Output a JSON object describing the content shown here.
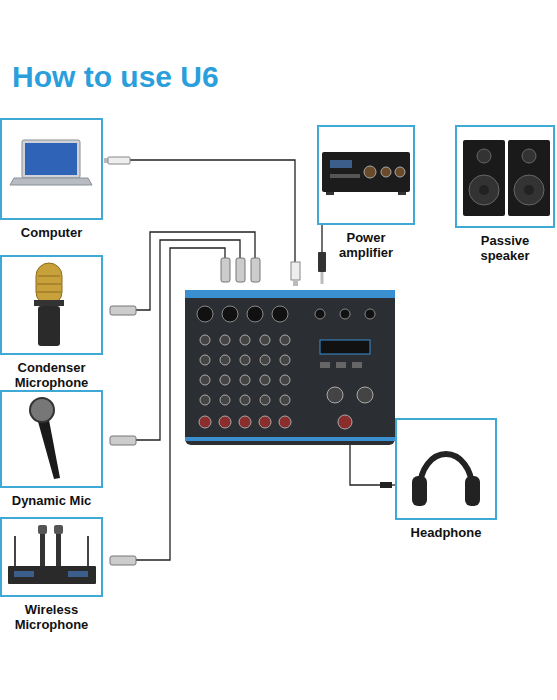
{
  "diagram": {
    "title": "How to use U6",
    "nodes": [
      {
        "text": [
          "Computer"
        ]
      },
      {
        "text": [
          "Power amplifier"
        ]
      },
      {
        "text": [
          "Passive speaker"
        ]
      },
      {
        "text": [
          "Condenser Microphone"
        ]
      },
      {
        "text": [
          "Dynamic Mic"
        ]
      },
      {
        "text": [
          "Headphone"
        ]
      },
      {
        "text": [
          "Wireless Microphone"
        ]
      }
    ]
  }
}
